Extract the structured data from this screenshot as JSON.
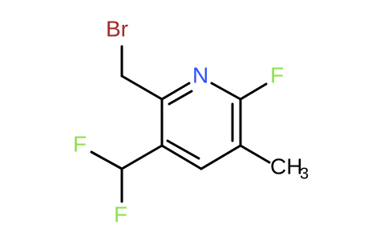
{
  "molecule": {
    "atoms": {
      "bromine": {
        "text": "Br",
        "color": "#a62929"
      },
      "nitrogen": {
        "text": "N",
        "color": "#3050f8"
      },
      "fluorine_ring": {
        "text": "F",
        "color": "#90e050"
      },
      "fluorine_difluoromethyl_top": {
        "text": "F",
        "color": "#90e050"
      },
      "fluorine_difluoromethyl_bottom": {
        "text": "F",
        "color": "#90e050"
      },
      "methyl_carbon": {
        "text": "CH",
        "color": "#000000"
      },
      "methyl_subscript": {
        "text": "3",
        "color": "#000000"
      }
    }
  }
}
